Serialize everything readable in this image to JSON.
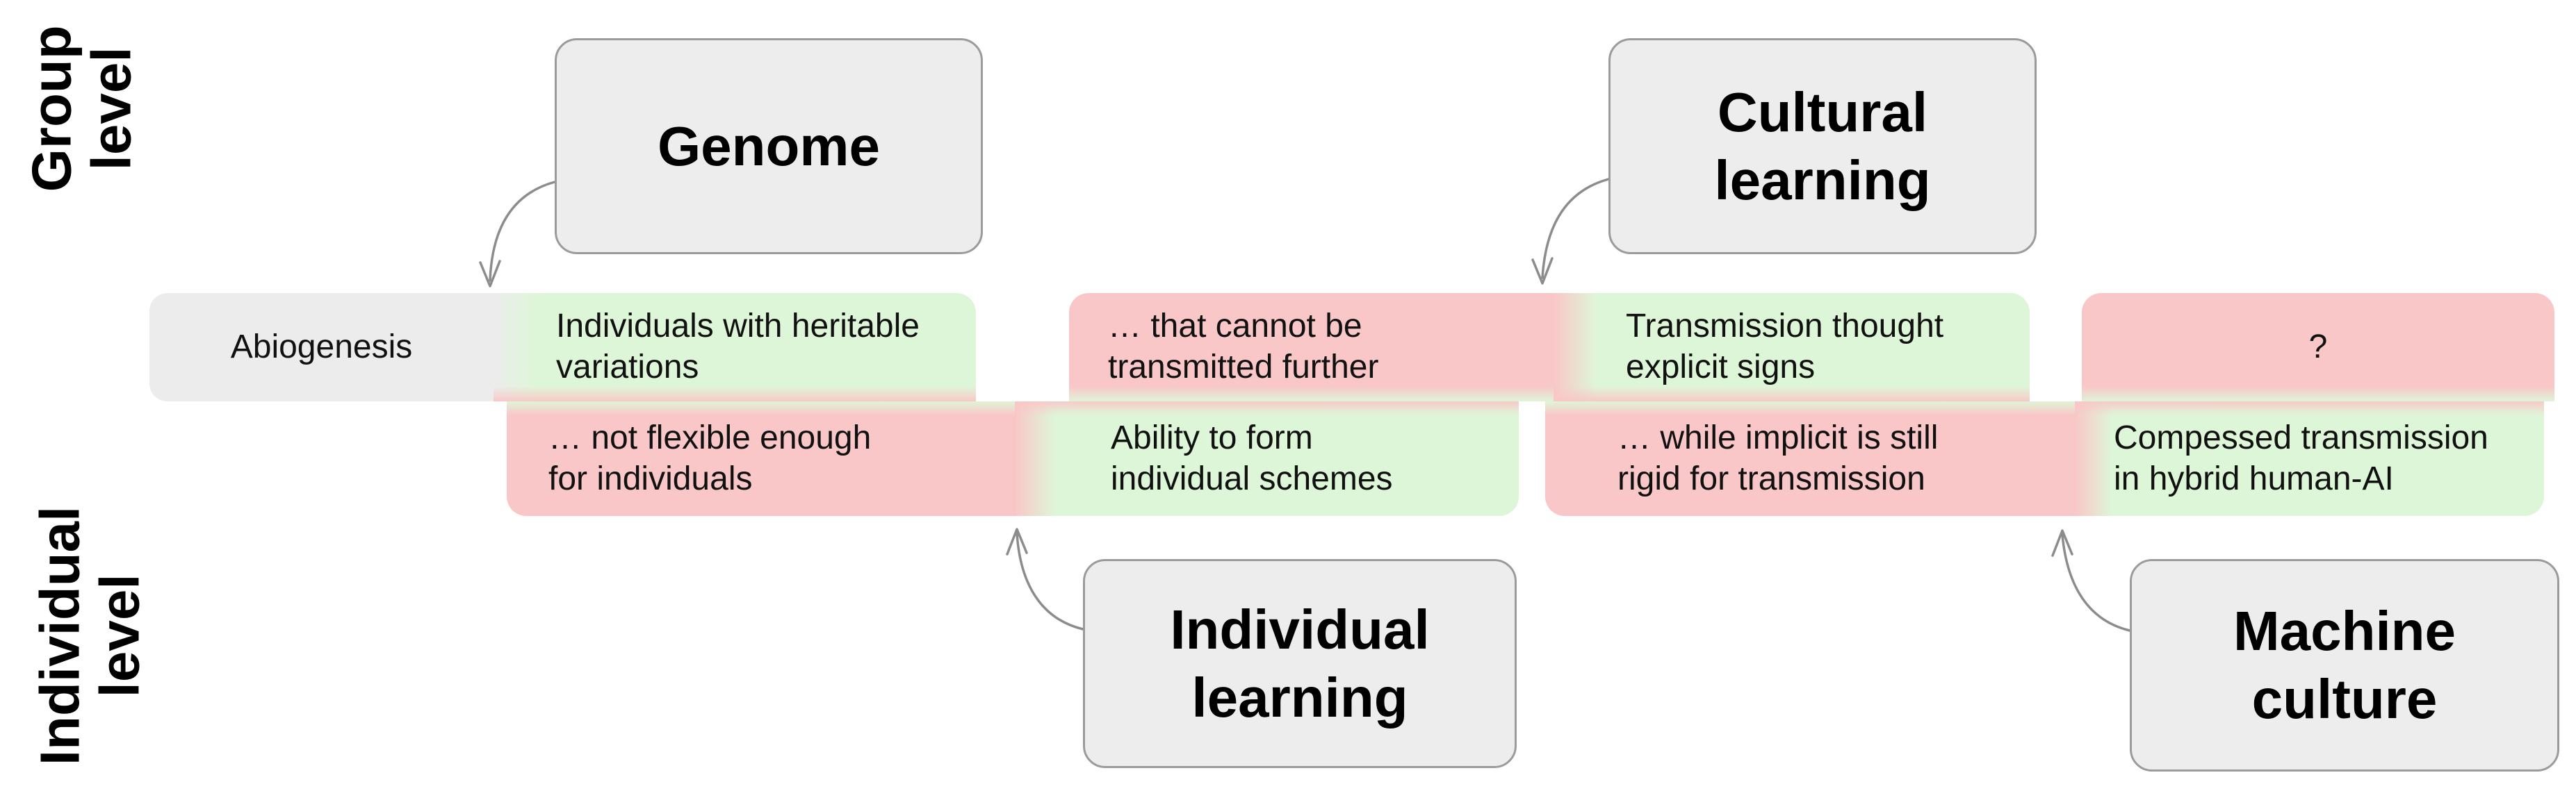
{
  "palette": {
    "positive_green": "#def6d8",
    "negative_pink": "#f9c7c7",
    "neutral_gray": "#ececec",
    "node_fill": "#ededed",
    "node_border": "#9b9b9b",
    "arrow_gray": "#8c8c8c"
  },
  "side_labels": {
    "group_level": "Group\nlevel",
    "individual_level": "Individual\nlevel"
  },
  "nodes": {
    "genome": {
      "label": "Genome"
    },
    "cultural_learning": {
      "label": "Cultural\nlearning"
    },
    "individual_learning": {
      "label": "Individual\nlearning"
    },
    "machine_culture": {
      "label": "Machine\nculture"
    }
  },
  "timeline": {
    "row1": [
      {
        "text": "Abiogenesis",
        "sentiment": "neutral"
      },
      {
        "text": "Individuals with heritable\nvariations",
        "sentiment": "positive"
      },
      {
        "text": "… that cannot be\ntransmitted further",
        "sentiment": "negative"
      },
      {
        "text": "Transmission thought\nexplicit signs",
        "sentiment": "positive"
      },
      {
        "text": "?",
        "sentiment": "negative"
      }
    ],
    "row2": [
      {
        "text": "… not flexible enough\nfor individuals",
        "sentiment": "negative"
      },
      {
        "text": "Ability to form\nindividual schemes",
        "sentiment": "positive"
      },
      {
        "text": "… while implicit is still\nrigid for transmission",
        "sentiment": "negative"
      },
      {
        "text": "Compessed transmission\nin hybrid human-AI",
        "sentiment": "positive"
      }
    ]
  }
}
